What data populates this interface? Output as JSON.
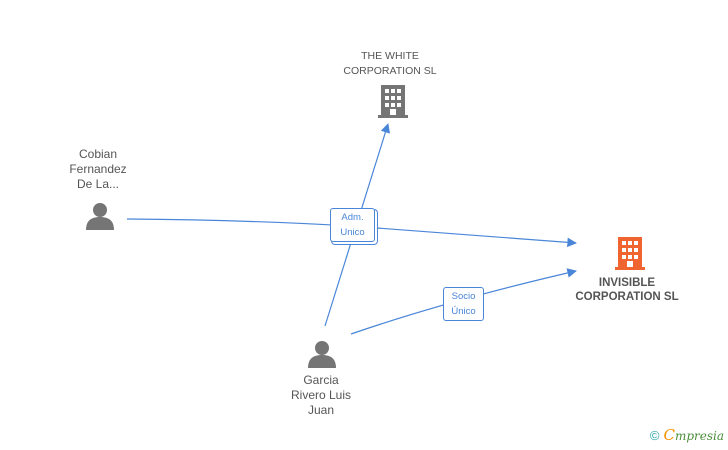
{
  "nodes": {
    "white_corp": {
      "lines": [
        "THE WHITE",
        "CORPORATION SL"
      ]
    },
    "cobian": {
      "lines": [
        "Cobian",
        "Fernandez",
        "De La..."
      ]
    },
    "invisible_corp": {
      "lines": [
        "INVISIBLE",
        "CORPORATION SL"
      ]
    },
    "garcia": {
      "lines": [
        "Garcia",
        "Rivero Luis",
        "Juan"
      ]
    }
  },
  "edge_labels": {
    "adm_unico": [
      "Adm.",
      "Unico"
    ],
    "socio_unico": [
      "Socio",
      "Único"
    ]
  },
  "footer": {
    "copyright": "©",
    "brand_first": "C",
    "brand_rest": "mpresia"
  },
  "colors": {
    "edge": "#4a86d8",
    "person": "#757575",
    "company": "#757575",
    "target_company": "#f0642f"
  }
}
